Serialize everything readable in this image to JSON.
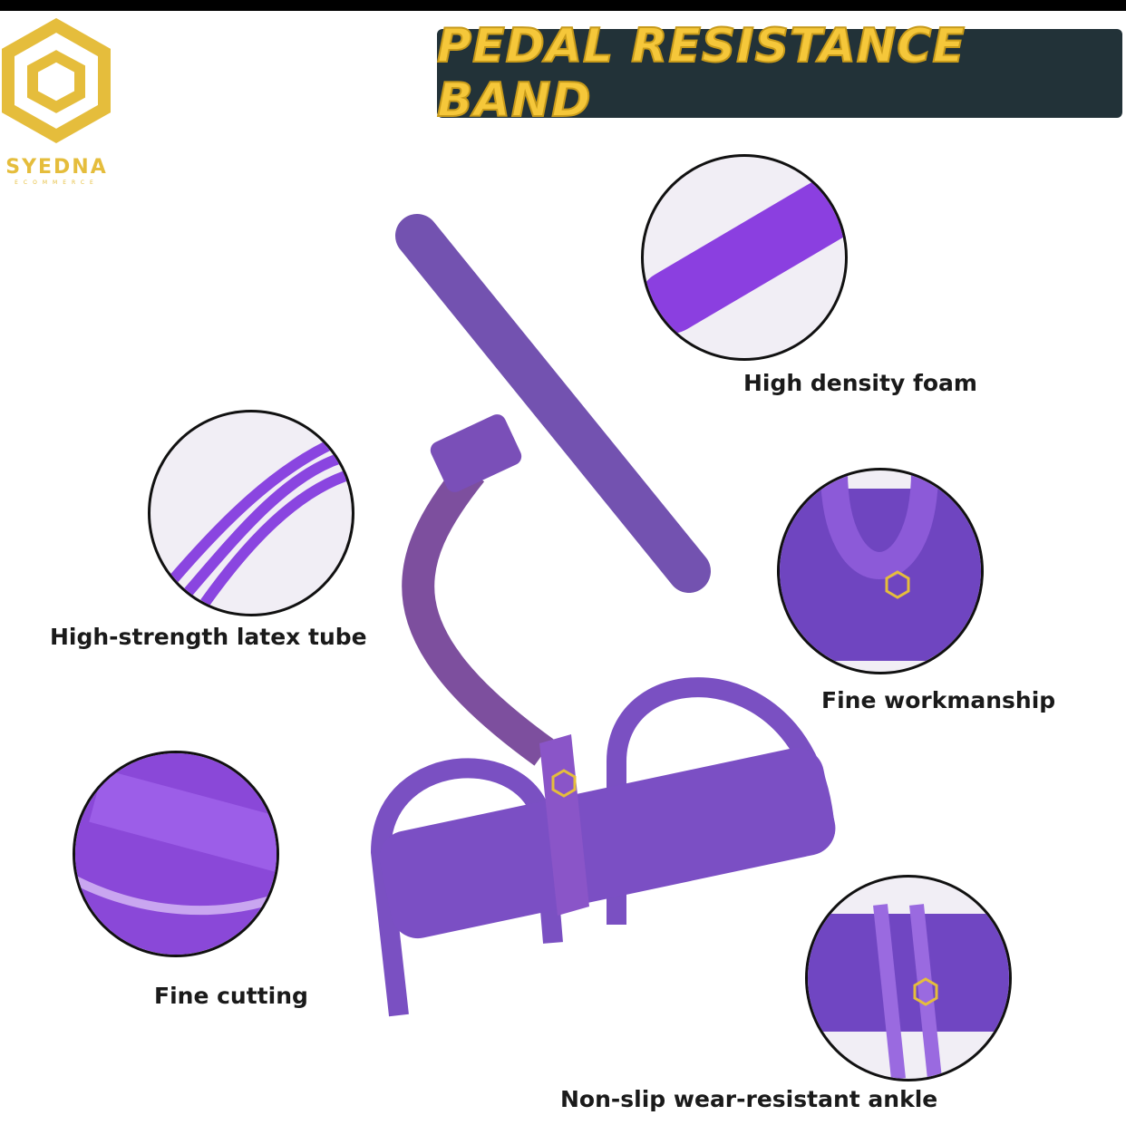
{
  "logo": {
    "name": "SYEDNA",
    "tagline": "ECOMMERCE"
  },
  "banner": {
    "title": "PEDAL RESISTANCE BAND"
  },
  "features": [
    {
      "label": "High density foam"
    },
    {
      "label": "High-strength latex tube"
    },
    {
      "label": "Fine workmanship"
    },
    {
      "label": "Fine cutting"
    },
    {
      "label": "Non-slip wear-resistant ankle"
    }
  ],
  "colors": {
    "purple": "#7b4fc4",
    "gold": "#e5bd3c",
    "banner_bg": "#223238"
  }
}
